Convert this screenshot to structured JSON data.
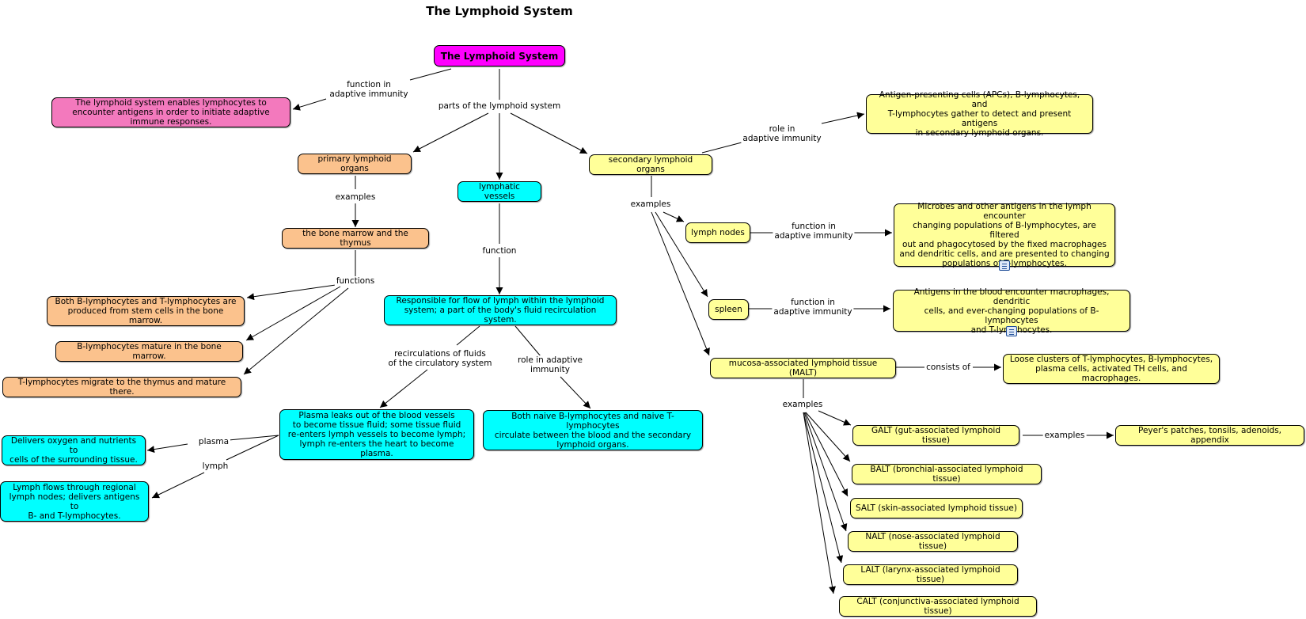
{
  "title": "The Lymphoid System",
  "root": "The Lymphoid System",
  "summary": "The lymphoid system enables lymphocytes to encounter antigens in order to initiate adaptive immune responses.",
  "labels": {
    "function_in_adaptive_immunity": "function in\nadaptive immunity",
    "parts": "parts of the lymphoid system",
    "examples": "examples",
    "functions": "functions",
    "function": "function",
    "recirculations": "recirculations of fluids\nof the circulatory system",
    "role_in_adaptive_immunity_short": "role in adaptive\nimmunity",
    "role_in_adaptive_immunity": "role in\nadaptive immunity",
    "plasma": "plasma",
    "lymph": "lymph",
    "consists_of": "consists of"
  },
  "primary": {
    "name": "primary lymphoid organs",
    "examples": "the bone marrow and the thymus",
    "functions": [
      "Both B-lymphocytes and T-lymphocytes are\nproduced from stem cells in the bone marrow.",
      "B-lymphocytes mature in the bone marrow.",
      "T-lymphocytes migrate to the thymus and mature there."
    ]
  },
  "vessels": {
    "name": "lymphatic vessels",
    "function": "Responsible for flow of lymph within the lymphoid\nsystem; a part of the body's fluid recirculation system.",
    "plasma_leak": "Plasma leaks out of the blood vessels\nto become tissue fluid; some tissue fluid\nre-enters lymph vessels to become lymph;\nlymph re-enters the heart to become plasma.",
    "naive": "Both naive B-lymphocytes and naive T-lymphocytes\ncirculate between the blood and the secondary\nlymphoid organs.",
    "oxygen": "Delivers oxygen and nutrients to\ncells of the surrounding tissue.",
    "lymph_flow": "Lymph flows through regional\nlymph nodes; delivers antigens to\nB- and T-lymphocytes."
  },
  "secondary": {
    "name": "secondary lymphoid organs",
    "role": "Antigen-presenting cells (APCs), B-lymphocytes, and\nT-lymphocytes gather to detect and present antigens\nin secondary lymphoid organs.",
    "lymph_nodes": "lymph nodes",
    "lymph_nodes_fn": "Microbes and other antigens in the lymph encounter\nchanging populations of B-lymphocytes, are filtered\nout and phagocytosed by the fixed macrophages\nand dendritic cells, and are presented to changing\npopulations of T-lymphocytes.",
    "spleen": "spleen",
    "spleen_fn": "Antigens in the blood encounter macrophages, dendritic\ncells, and ever-changing populations of B-lymphocytes\nand T-lymphocytes.",
    "malt": "mucosa-associated lymphoid tissue (MALT)",
    "malt_consists": "Loose clusters of T-lymphocytes, B-lymphocytes,\nplasma cells, activated TH cells, and macrophages.",
    "malt_examples": [
      "GALT (gut-associated lymphoid tissue)",
      "BALT (bronchial-associated lymphoid tissue)",
      "SALT (skin-associated lymphoid tissue)",
      "NALT (nose-associated lymphoid tissue)",
      "LALT (larynx-associated lymphoid tissue)",
      "CALT (conjunctiva-associated lymphoid tissue)"
    ],
    "galt_examples": "Peyer's patches, tonsils, adenoids, appendix"
  },
  "colors": {
    "root": "#ff00ff",
    "summary": "#f379bd",
    "primary": "#fbc28d",
    "vessels": "#00ffff",
    "secondary": "#ffff99"
  },
  "icons": [
    "document-icon",
    "document-icon"
  ]
}
